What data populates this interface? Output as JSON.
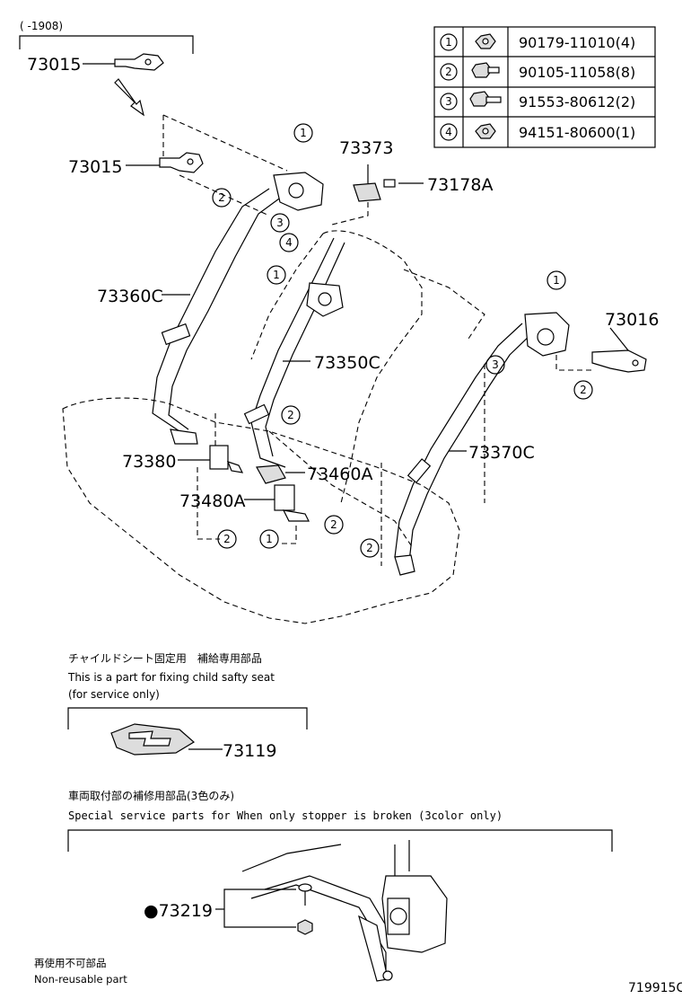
{
  "header": {
    "date_range": "(   -1908)"
  },
  "parts_table": [
    {
      "callout": "1",
      "part_number": "90179-11010(4)",
      "icon": "nut-icon"
    },
    {
      "callout": "2",
      "part_number": "90105-11058(8)",
      "icon": "flange-bolt-icon"
    },
    {
      "callout": "3",
      "part_number": "91553-80612(2)",
      "icon": "bolt-icon"
    },
    {
      "callout": "4",
      "part_number": "94151-80600(1)",
      "icon": "nut-icon"
    }
  ],
  "part_labels": {
    "p73015_top": "73015",
    "p73015": "73015",
    "p73373": "73373",
    "p73178A": "73178A",
    "p73360C": "73360C",
    "p73350C": "73350C",
    "p73016": "73016",
    "p73370C": "73370C",
    "p73380": "73380",
    "p73460A": "73460A",
    "p73480A": "73480A",
    "p73119": "73119",
    "p73219": "●73219"
  },
  "callouts": {
    "c1a": "1",
    "c2a": "2",
    "c3a": "3",
    "c4a": "4",
    "c1b": "1",
    "c1c": "1",
    "c3b": "3",
    "c2b": "2",
    "c2c": "2",
    "c2d": "2",
    "c2e": "2",
    "c1d": "1",
    "c2f": "2"
  },
  "notes": {
    "child_seat_jp": "チャイルドシート固定用　補給専用部品",
    "child_seat_en1": "This is a part for fixing child safty seat",
    "child_seat_en2": "(for service only)",
    "special_jp": "車両取付部の補修用部品(3色のみ)",
    "special_en": "Special  service  parts  for  When  only  stopper  is  broken  (3color  only)"
  },
  "legend": {
    "jp": "再使用不可部品",
    "en": "Non-reusable part"
  },
  "figure_id": "719915C"
}
